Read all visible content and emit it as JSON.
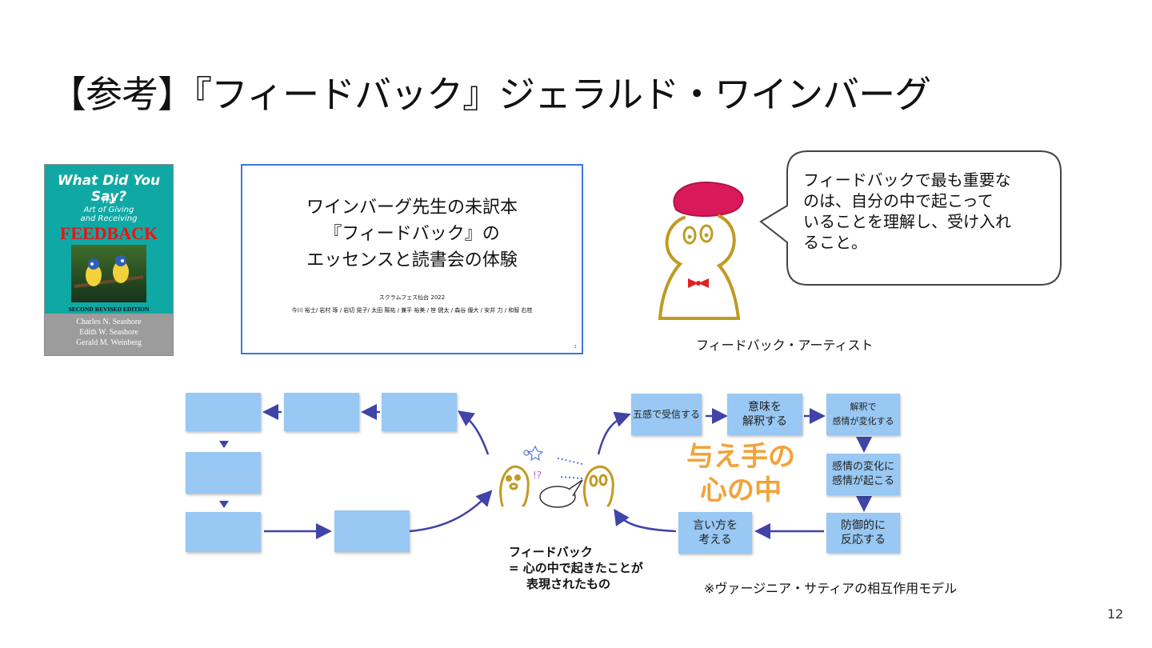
{
  "title": "【参考】『フィードバック』ジェラルド・ワインバーグ",
  "book_cover": {
    "title": "What Did You Say?",
    "subtitle_lines": [
      "The",
      "Art of Giving",
      "and Receiving"
    ],
    "feedback": "FEEDBACK",
    "edition": "SECOND REVISED EDITION",
    "authors": [
      "Charles N. Seashore",
      "Edith W. Seashore",
      "Gerald M. Weinberg"
    ]
  },
  "slide_thumbnail": {
    "lines": [
      "ワインバーグ先生の未訳本",
      "『フィードバック』の",
      "エッセンスと読書会の体験"
    ],
    "event": "スクラムフェス仙台 2022",
    "authors": "今川 裕士/ 岩村 琢 / 岩切 晃子/ 太田 陽祐 / 兼平 裕美 / 笹 健太 / 森谷 優大 / 安井 力 / 和智 右桂",
    "page": "1"
  },
  "speech_bubble": {
    "lines": [
      "フィードバックで最も重要な",
      "のは、自分の中で起こって",
      "いることを理解し、受け入れ",
      "ること。"
    ]
  },
  "artist_caption": "フィードバック・アーティスト",
  "diagram": {
    "steps": {
      "step1": "五感で受信する",
      "step2": [
        "意味を",
        "解釈する"
      ],
      "step3": [
        "解釈で",
        "感情が変化する"
      ],
      "step4": [
        "感情の変化に",
        "感情が起こる"
      ],
      "step5": [
        "防御的に",
        "反応する"
      ],
      "step6": [
        "言い方を",
        "考える"
      ]
    },
    "center_label": [
      "与え手の",
      "心の中"
    ],
    "definition": [
      "フィードバック",
      "= 心の中で起きたことが",
      "表現されたもの"
    ],
    "accent": "#f3a237",
    "note_color": "#98c8f3",
    "arrow_color": "#3f44a8"
  },
  "note": "※ヴァージニア・サティアの相互作用モデル",
  "page_number": "12"
}
